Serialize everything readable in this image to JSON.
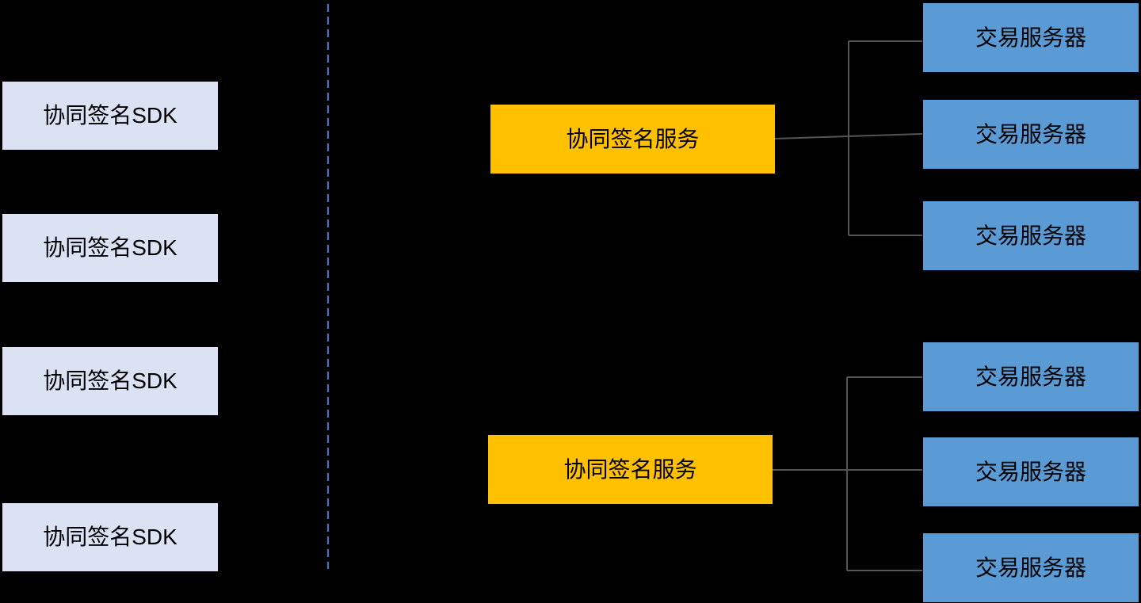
{
  "colors": {
    "background": "#000000",
    "divider": "#4472C4",
    "connector": "#545454",
    "sdk_box_bg": "#DAE2F3",
    "service_box_bg": "#FFC000",
    "server_box_bg": "#5B9BD5",
    "box_text": "#000000"
  },
  "left_column": {
    "items": [
      {
        "label": "协同签名SDK"
      },
      {
        "label": "协同签名SDK"
      },
      {
        "label": "协同签名SDK"
      },
      {
        "label": "协同签名SDK"
      }
    ]
  },
  "clusters": [
    {
      "service": {
        "label": "协同签名服务"
      },
      "servers": [
        {
          "label": "交易服务器"
        },
        {
          "label": "交易服务器"
        },
        {
          "label": "交易服务器"
        }
      ]
    },
    {
      "service": {
        "label": "协同签名服务"
      },
      "servers": [
        {
          "label": "交易服务器"
        },
        {
          "label": "交易服务器"
        },
        {
          "label": "交易服务器"
        }
      ]
    }
  ]
}
